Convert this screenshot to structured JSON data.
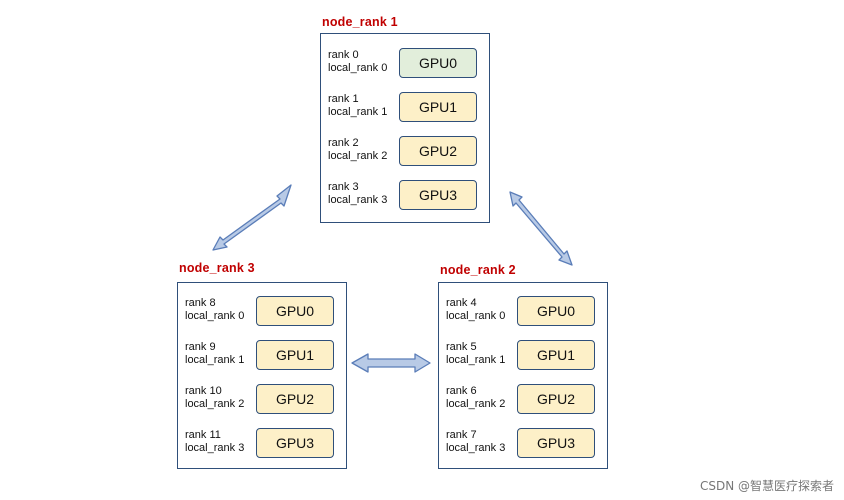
{
  "colors": {
    "title_red": "#c00000",
    "box_border": "#2f4f7a",
    "gpu_yellow": "#fdf0c8",
    "gpu_green": "#e2eedb",
    "arrow_fill": "#b8cae6",
    "arrow_stroke": "#5a7db8"
  },
  "nodes": [
    {
      "title": "node_rank 1",
      "gpus": [
        {
          "rank": "rank 0",
          "local": "local_rank 0",
          "label": "GPU0",
          "color": "#e2eedb"
        },
        {
          "rank": "rank 1",
          "local": "local_rank 1",
          "label": "GPU1",
          "color": "#fdf0c8"
        },
        {
          "rank": "rank 2",
          "local": "local_rank 2",
          "label": "GPU2",
          "color": "#fdf0c8"
        },
        {
          "rank": "rank 3",
          "local": "local_rank 3",
          "label": "GPU3",
          "color": "#fdf0c8"
        }
      ]
    },
    {
      "title": "node_rank 3",
      "gpus": [
        {
          "rank": "rank 8",
          "local": "local_rank 0",
          "label": "GPU0",
          "color": "#fdf0c8"
        },
        {
          "rank": "rank 9",
          "local": "local_rank 1",
          "label": "GPU1",
          "color": "#fdf0c8"
        },
        {
          "rank": "rank 10",
          "local": "local_rank 2",
          "label": "GPU2",
          "color": "#fdf0c8"
        },
        {
          "rank": "rank 11",
          "local": "local_rank 3",
          "label": "GPU3",
          "color": "#fdf0c8"
        }
      ]
    },
    {
      "title": "node_rank 2",
      "gpus": [
        {
          "rank": "rank 4",
          "local": "local_rank 0",
          "label": "GPU0",
          "color": "#fdf0c8"
        },
        {
          "rank": "rank 5",
          "local": "local_rank 1",
          "label": "GPU1",
          "color": "#fdf0c8"
        },
        {
          "rank": "rank 6",
          "local": "local_rank 2",
          "label": "GPU2",
          "color": "#fdf0c8"
        },
        {
          "rank": "rank 7",
          "local": "local_rank 3",
          "label": "GPU3",
          "color": "#fdf0c8"
        }
      ]
    }
  ],
  "watermark": "CSDN @智慧医疗探索者"
}
